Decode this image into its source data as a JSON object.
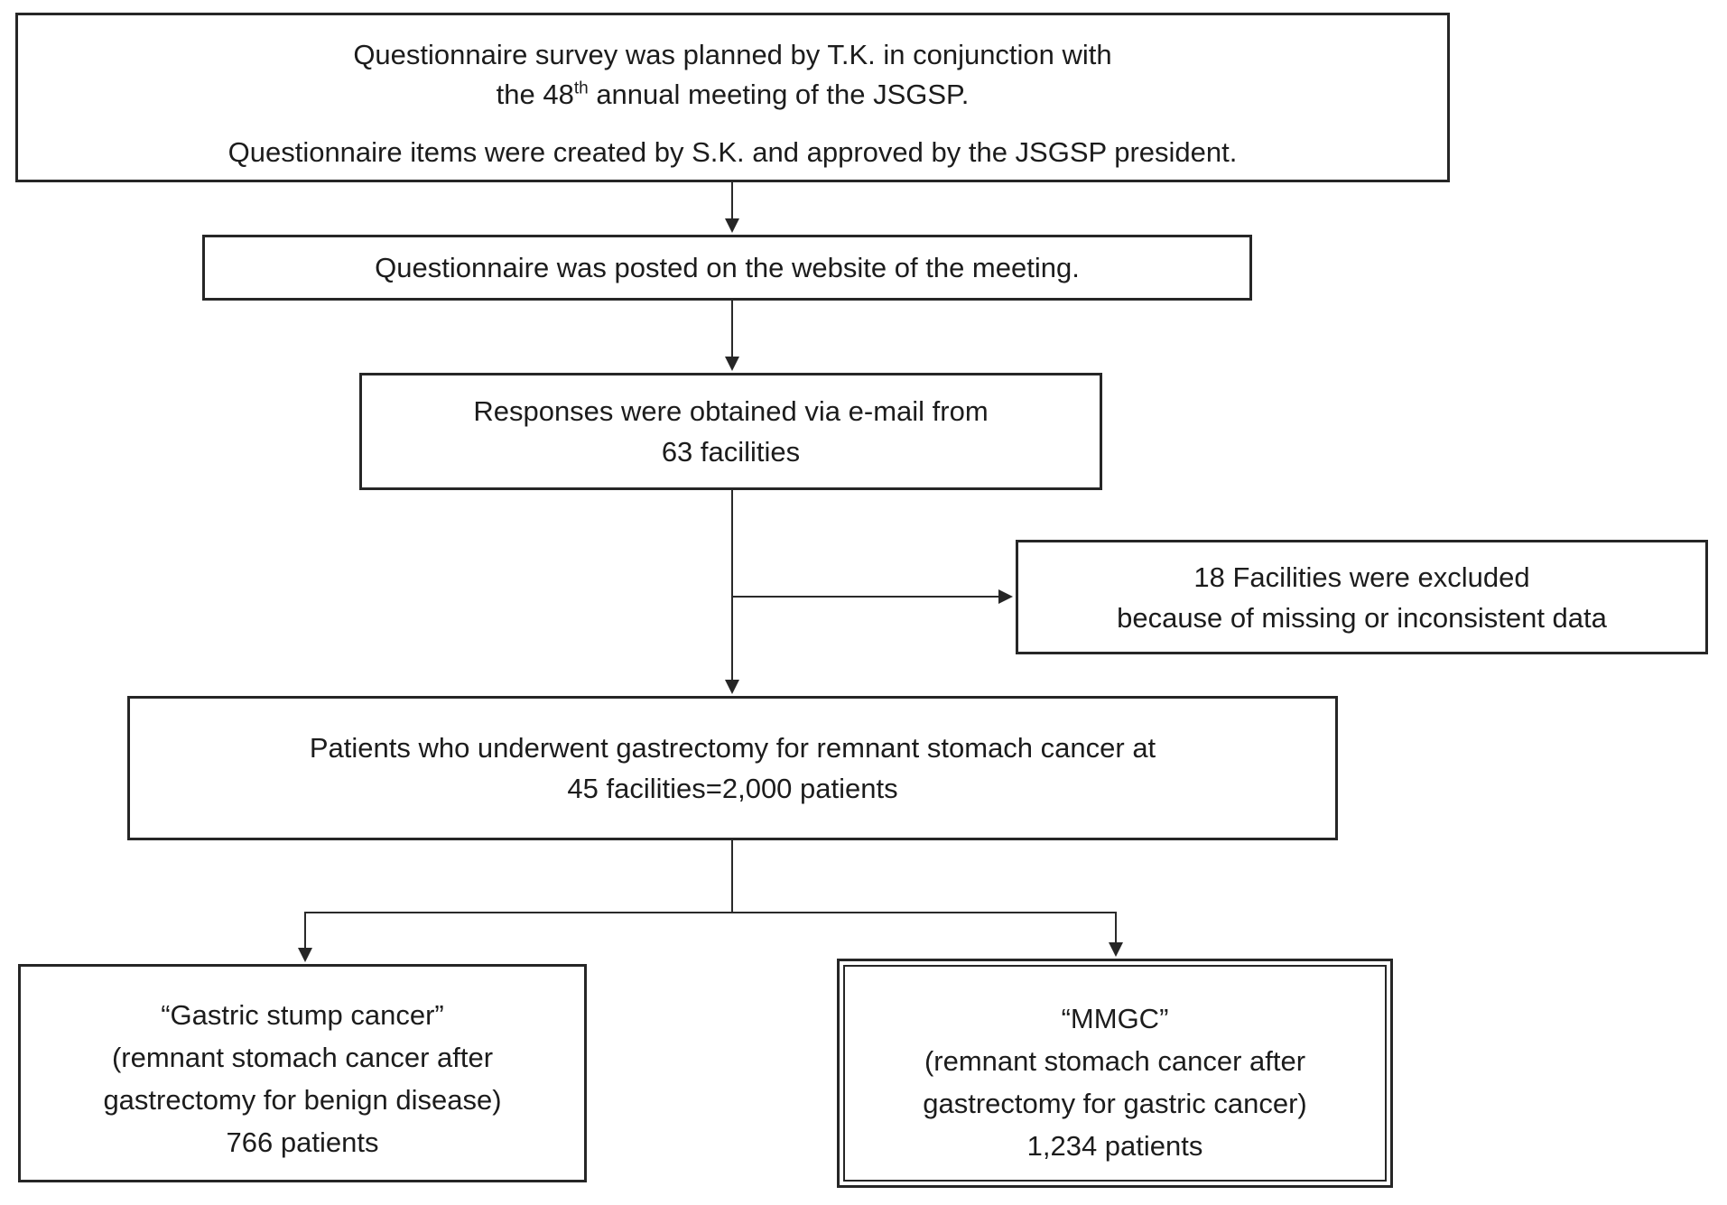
{
  "diagram": {
    "title": "Questionnaire survey flow diagram",
    "box_planning": {
      "line1": "Questionnaire survey was planned by T.K. in conjunction with",
      "line2_prefix": "the 48",
      "line2_sup": "th",
      "line2_suffix": " annual meeting of the JSGSP.",
      "line3": "Questionnaire items were created by S.K. and approved by the JSGSP president."
    },
    "box_posted": {
      "line1": "Questionnaire was posted on the website of the meeting."
    },
    "box_responses": {
      "line1": "Responses were obtained via e-mail from",
      "line2": "63 facilities"
    },
    "box_excluded": {
      "line1": "18 Facilities were excluded",
      "line2": "because of missing or inconsistent data"
    },
    "box_patients": {
      "line1": "Patients who underwent gastrectomy for remnant stomach cancer at",
      "line2": "45 facilities=2,000 patients"
    },
    "box_stump": {
      "line1": "“Gastric stump cancer”",
      "line2": "(remnant stomach cancer after",
      "line3": "gastrectomy for benign disease)",
      "line4": "766 patients"
    },
    "box_mmgc": {
      "line1": "“MMGC”",
      "line2": "(remnant stomach cancer after",
      "line3": "gastrectomy for gastric cancer)",
      "line4": "1,234 patients"
    },
    "colors": {
      "border": "#262626",
      "text": "#1c1c1c",
      "background": "#ffffff",
      "connector": "#2a2a2a"
    }
  }
}
